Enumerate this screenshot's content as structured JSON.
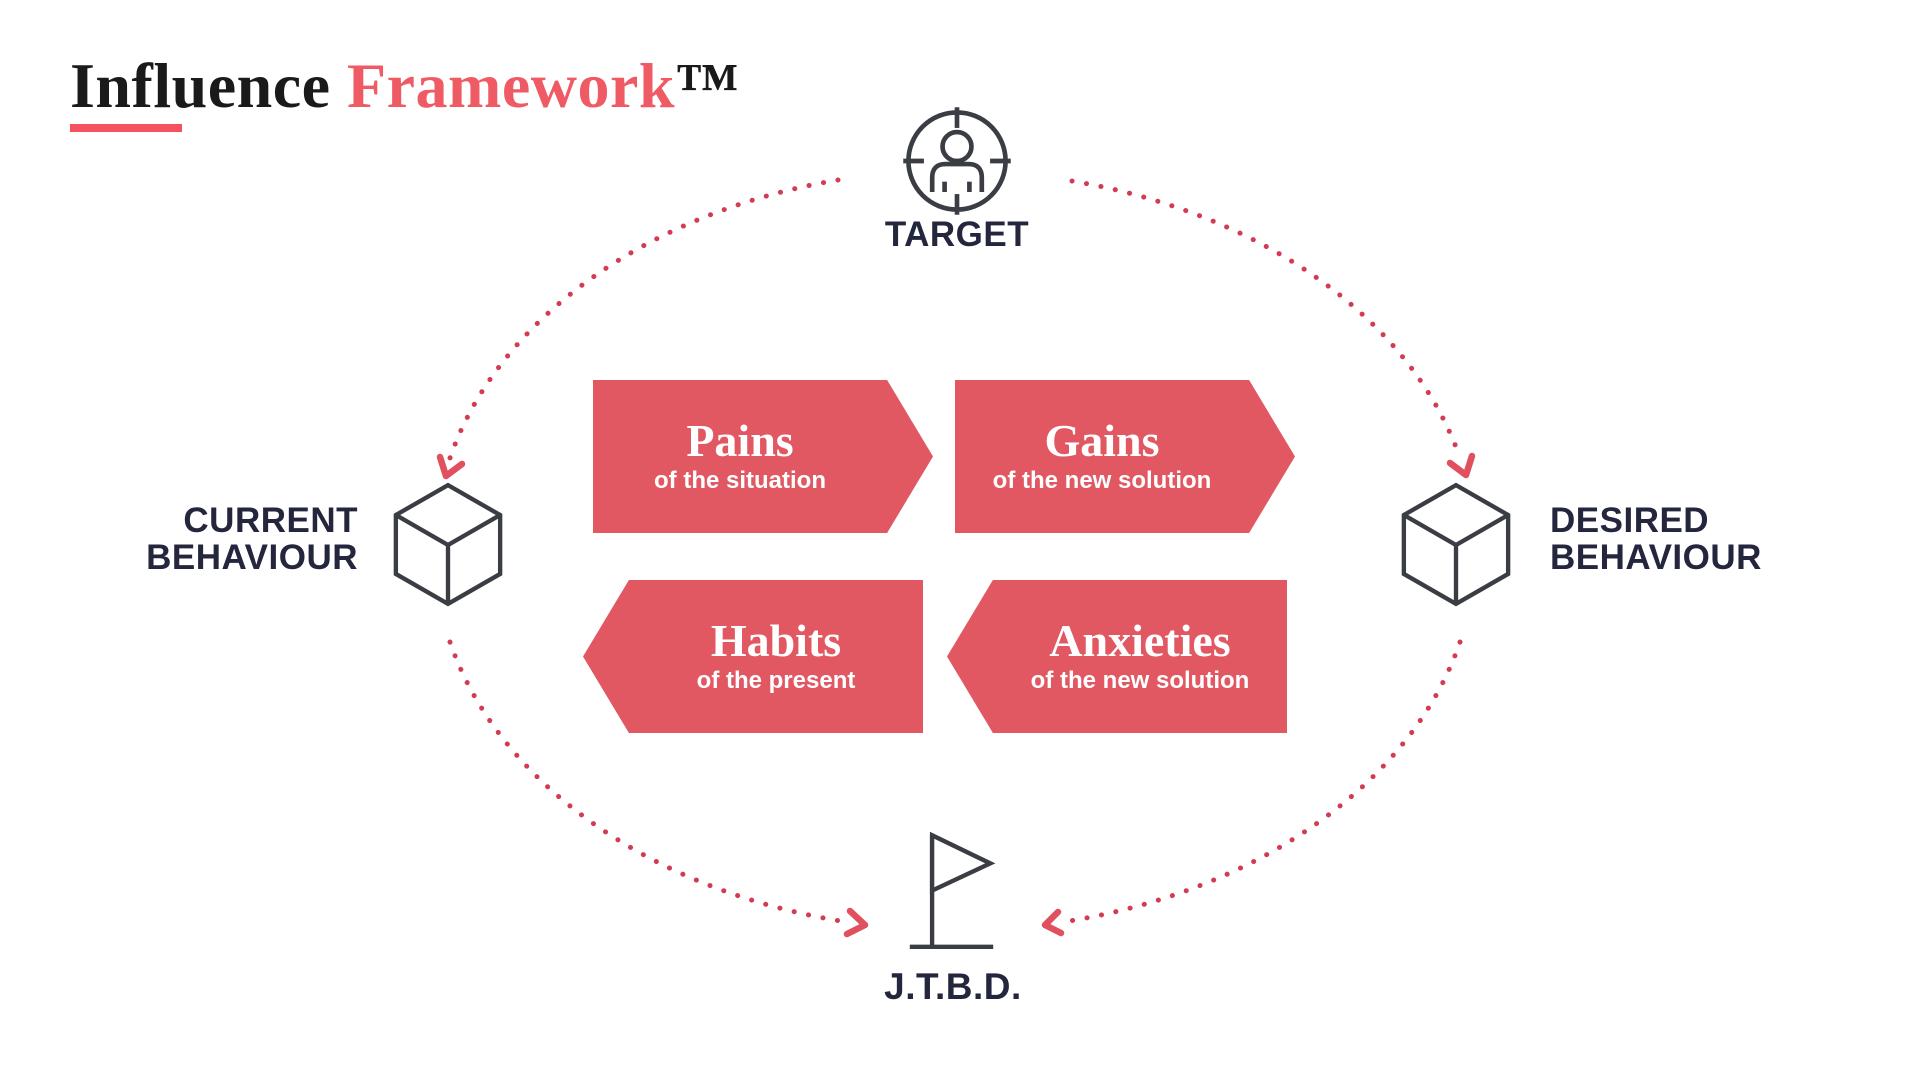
{
  "header": {
    "title_primary": "Influence",
    "title_accent": "Framework",
    "title_trademark": "™"
  },
  "nodes": {
    "target": {
      "label": "TARGET",
      "icon": "person-in-crosshair"
    },
    "current": {
      "line1": "CURRENT",
      "line2": "BEHAVIOUR",
      "icon": "cube"
    },
    "desired": {
      "line1": "DESIRED",
      "line2": "BEHAVIOUR",
      "icon": "cube"
    },
    "jtbd": {
      "label": "J.T.B.D.",
      "icon": "flag"
    }
  },
  "banners": [
    {
      "title": "Pains",
      "subtitle": "of the situation",
      "points": "right"
    },
    {
      "title": "Gains",
      "subtitle": "of the new solution",
      "points": "right"
    },
    {
      "title": "Habits",
      "subtitle": "of the present",
      "points": "left"
    },
    {
      "title": "Anxieties",
      "subtitle": "of the new solution",
      "points": "left"
    }
  ],
  "flow": {
    "arcs": [
      {
        "from": "TARGET",
        "to": "CURRENT BEHAVIOUR",
        "style": "dotted"
      },
      {
        "from": "TARGET",
        "to": "DESIRED BEHAVIOUR",
        "style": "dotted"
      },
      {
        "from": "CURRENT BEHAVIOUR",
        "to": "J.T.B.D.",
        "style": "dotted"
      },
      {
        "from": "DESIRED BEHAVIOUR",
        "to": "J.T.B.D.",
        "style": "dotted"
      }
    ]
  },
  "colors": {
    "banner_red": "#e15862",
    "dot_red": "#d23b52",
    "chevron_red": "#e0505f",
    "accent_underline_red": "#f4525f",
    "title_accent_red": "#ef5b64",
    "label_navy": "#23263c",
    "icon_stroke": "#3a3d44",
    "background": "#ffffff"
  }
}
